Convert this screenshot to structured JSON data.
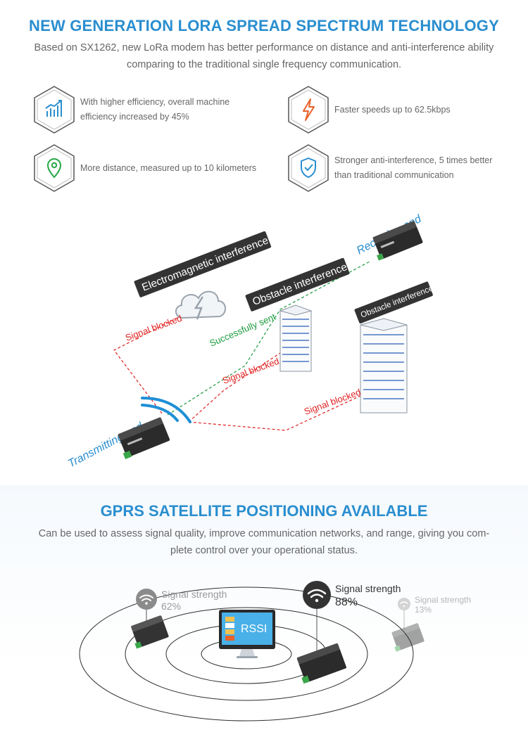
{
  "section1": {
    "title": "NEW GENERATION LORA SPREAD SPECTRUM TECHNOLOGY",
    "desc_line1": "Based on SX1262, new LoRa modem has better performance on distance and anti-interference ability",
    "desc_line2": "comparing to the traditional single frequency communication.",
    "features": [
      {
        "icon": "efficiency-chart-icon",
        "line1": "With higher efficiency, overall machine",
        "line2": "efficiency increased by 45%"
      },
      {
        "icon": "lightning-icon",
        "line1": "Faster speeds up to 62.5kbps",
        "line2": ""
      },
      {
        "icon": "location-pin-icon",
        "line1": "More distance, measured up to 10 kilometers",
        "line2": ""
      },
      {
        "icon": "shield-check-icon",
        "line1": "Stronger anti-interference, 5 times better",
        "line2": "than traditional communication"
      }
    ]
  },
  "diagram": {
    "em_interference": "Electromagnetic interference",
    "obstacle1": "Obstacle interference",
    "obstacle2": "Obstacle interference",
    "receiving_end": "Receiving end",
    "transmitting_end": "Transmitting end",
    "blocked1": "Signal blocked",
    "blocked2": "Signal blocked",
    "blocked3": "Signal blocked",
    "success": "Successfully sent",
    "colors": {
      "blocked": "#e02020",
      "success": "#1a9a3c",
      "accent": "#2a8ecf",
      "label_bg": "#333333"
    }
  },
  "section2": {
    "title": "GPRS SATELLITE POSITIONING AVAILABLE",
    "desc_line1": "Can be used to assess signal quality, improve communication networks, and range, giving you com-",
    "desc_line2": "plete control over your operational status.",
    "monitor_label": "RSSI",
    "signals": [
      {
        "label": "Signal strength",
        "value": "62%"
      },
      {
        "label": "Signal strength",
        "value": "88%"
      },
      {
        "label": "Signal strength",
        "value": "13%"
      }
    ]
  }
}
